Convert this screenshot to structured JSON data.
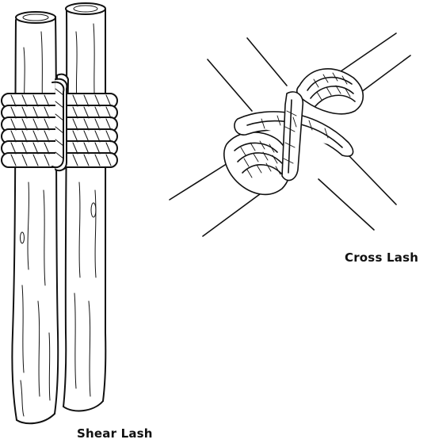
{
  "figure": {
    "line_color": "#111111",
    "background": "#ffffff"
  },
  "labels": {
    "shear_lash": "Shear Lash",
    "cross_lash": "Cross Lash"
  },
  "illustrations": [
    {
      "id": "shear-lash",
      "depicts": "two-vertical-poles-bound-with-rope-wraps",
      "rope_turns": 6
    },
    {
      "id": "cross-lash",
      "depicts": "two-crossed-poles-bound-with-rope-wraps",
      "rope_turns": 4
    }
  ]
}
